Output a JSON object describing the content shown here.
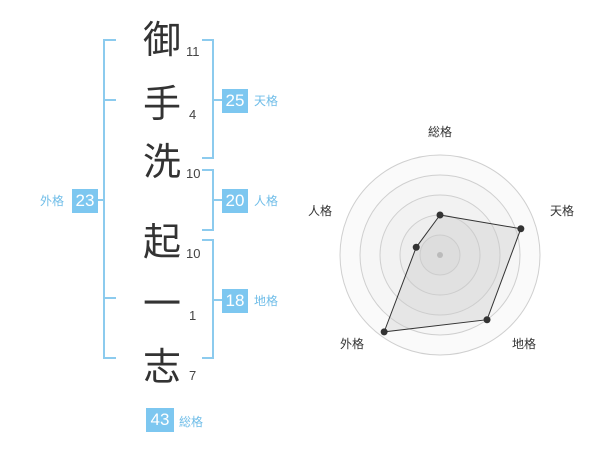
{
  "name": {
    "chars": [
      {
        "char": "御",
        "strokes": "11"
      },
      {
        "char": "手",
        "strokes": "4"
      },
      {
        "char": "洗",
        "strokes": "10"
      },
      {
        "char": "起",
        "strokes": "10"
      },
      {
        "char": "一",
        "strokes": "1"
      },
      {
        "char": "志",
        "strokes": "7"
      }
    ]
  },
  "kaku": {
    "tenkaku": {
      "value": "25",
      "label": "天格"
    },
    "jinkaku": {
      "value": "20",
      "label": "人格"
    },
    "chikaku": {
      "value": "18",
      "label": "地格"
    },
    "gaikaku": {
      "value": "23",
      "label": "外格"
    },
    "soukaku": {
      "value": "43",
      "label": "総格"
    }
  },
  "colors": {
    "accent": "#7dc7f0",
    "accent_text": "#6fbde8",
    "bracket": "#8ccbee"
  },
  "chart_data": {
    "type": "radar",
    "axes": [
      "総格",
      "天格",
      "地格",
      "外格",
      "人格"
    ],
    "values": [
      0.4,
      0.85,
      0.8,
      0.95,
      0.25
    ],
    "max": 1
  }
}
